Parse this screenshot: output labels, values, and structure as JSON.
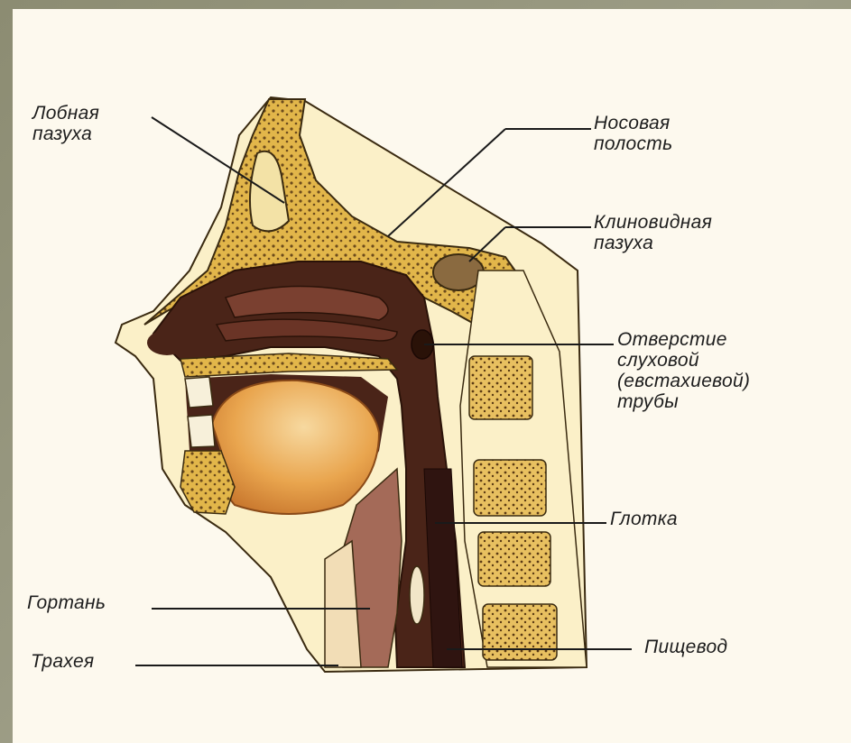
{
  "labels": {
    "frontal_sinus": "Лобная\nпазуха",
    "nasal_cavity": "Носовая\nполость",
    "sphenoid_sinus": "Клиновидная\nпазуха",
    "auditory_tube": "Отверстие\nслуховой\n(евстахиевой)\nтрубы",
    "pharynx": "Глотка",
    "larynx": "Гортань",
    "trachea": "Трахея",
    "esophagus": "Пищевод"
  },
  "colors": {
    "background_frame": "#8f8f76",
    "page": "#fdf9ee",
    "bone": "#e2b64a",
    "bone_dots": "#6b4a1c",
    "cavity": "#4a2418",
    "tongue": "#e8a24a",
    "skin": "#fbf0c8",
    "lines": "#1a1a1a"
  }
}
